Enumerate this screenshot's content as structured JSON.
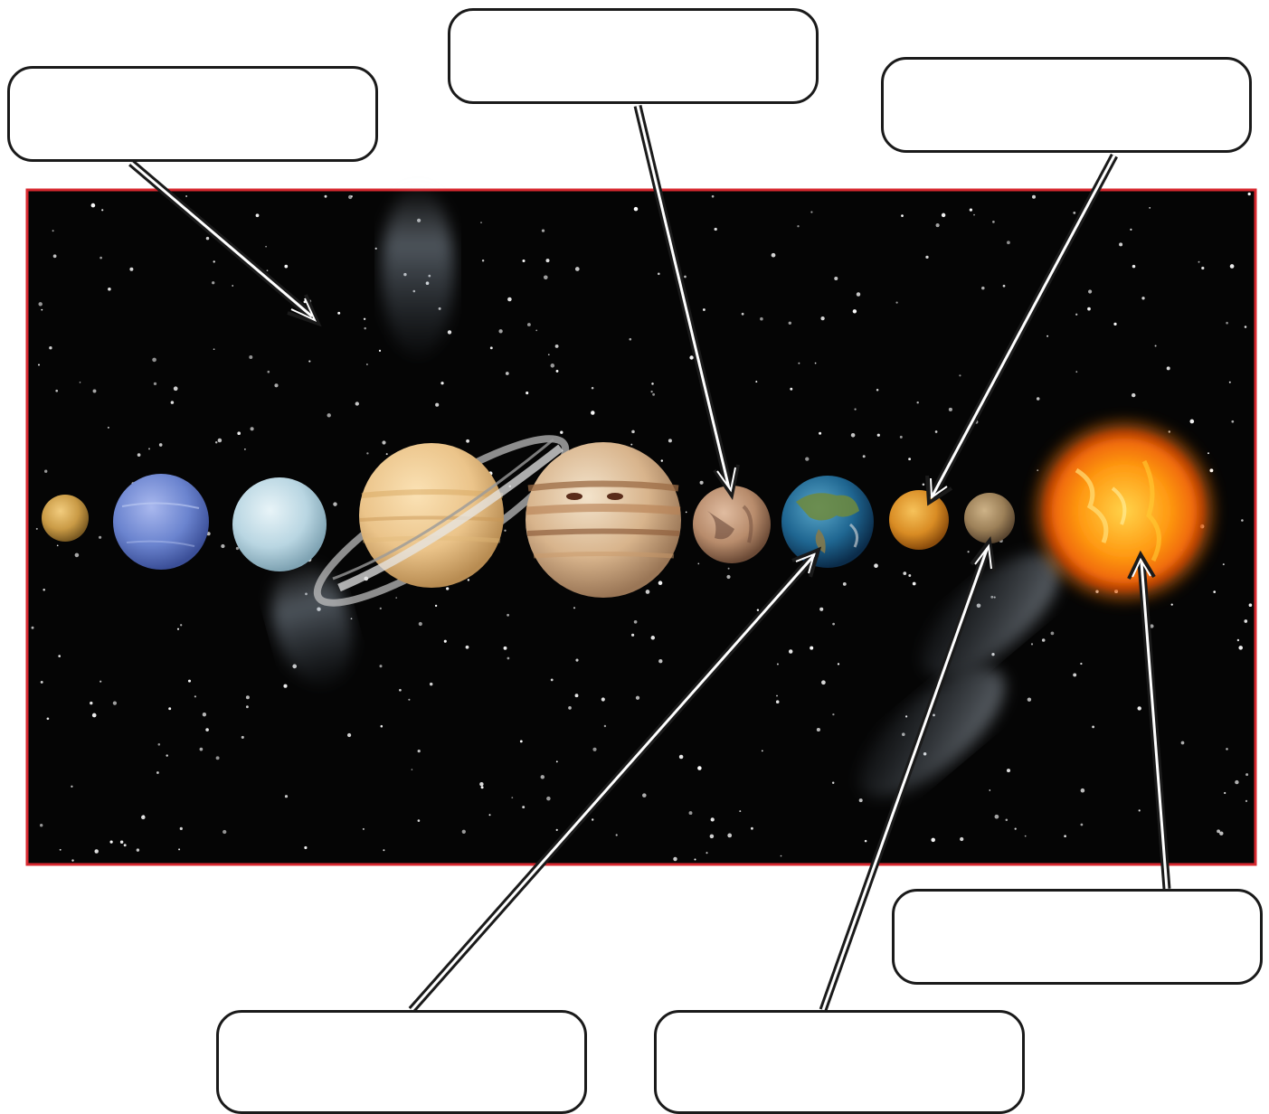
{
  "diagram": {
    "subject": "solar-system",
    "colors": {
      "space": "#050505",
      "frame_border": "#d7282f",
      "box_border": "#1a1a1a",
      "arrow": "#1a1a1a",
      "star": "#ffffff"
    },
    "bodies": [
      {
        "name_icon": "pluto-icon"
      },
      {
        "name_icon": "neptune-icon"
      },
      {
        "name_icon": "uranus-icon"
      },
      {
        "name_icon": "saturn-icon"
      },
      {
        "name_icon": "jupiter-icon"
      },
      {
        "name_icon": "mars-icon"
      },
      {
        "name_icon": "earth-icon"
      },
      {
        "name_icon": "venus-icon"
      },
      {
        "name_icon": "mercury-icon"
      },
      {
        "name_icon": "sun-icon"
      }
    ],
    "label_boxes": [
      {
        "id": "comet",
        "text": ""
      },
      {
        "id": "mars",
        "text": ""
      },
      {
        "id": "venus",
        "text": ""
      },
      {
        "id": "sun",
        "text": ""
      },
      {
        "id": "earth",
        "text": ""
      },
      {
        "id": "mercury",
        "text": ""
      }
    ]
  }
}
